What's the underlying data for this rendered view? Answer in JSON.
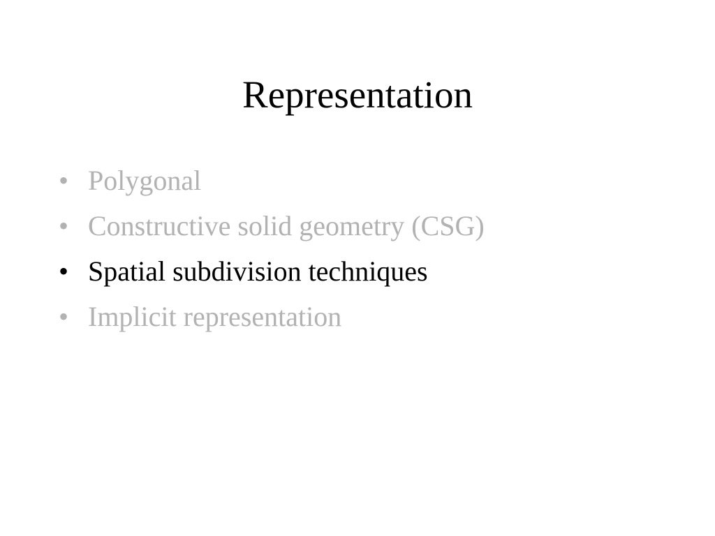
{
  "slide": {
    "title": "Representation",
    "bullet_glyph": "•",
    "colors": {
      "active_text": "#000000",
      "dimmed_text": "#b2b2b2",
      "background": "#ffffff"
    },
    "items": [
      {
        "label": "Polygonal",
        "state": "dimmed"
      },
      {
        "label": "Constructive solid geometry (CSG)",
        "state": "dimmed"
      },
      {
        "label": "Spatial subdivision techniques",
        "state": "active"
      },
      {
        "label": "Implicit representation",
        "state": "dimmed"
      }
    ]
  }
}
